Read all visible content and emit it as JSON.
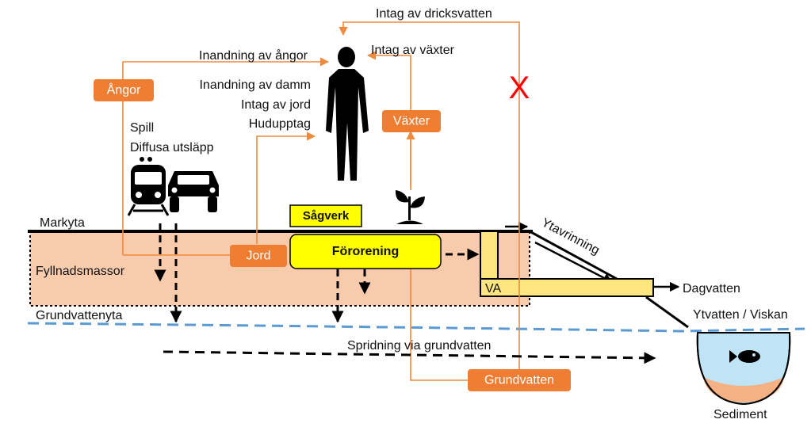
{
  "colors": {
    "orange": "#ef7d32",
    "orange_line": "#f08a3c",
    "soil": "#f8cbad",
    "yellow": "#ffff00",
    "yellow_pipe": "#ffe680",
    "groundwater_line": "#5b9bd5",
    "water": "#bfe4f5",
    "sediment": "#f4b183",
    "red_x": "#ff0000"
  },
  "labels": {
    "intag_dricksvatten": "Intag av dricksvatten",
    "intag_vaxter": "Intag av växter",
    "inandning_angor": "Inandning av ångor",
    "inandning_damm": "Inandning av damm",
    "intag_jord": "Intag av jord",
    "hudupptag": "Hudupptag",
    "spill": "Spill",
    "diffusa_utslapp": "Diffusa utsläpp",
    "markyta": "Markyta",
    "fyllnadsmassor": "Fyllnadsmassor",
    "grundvattenyta": "Grundvattenyta",
    "spridning": "Spridning via grundvatten",
    "ytavrinning": "Ytavrinning",
    "dagvatten": "Dagvatten",
    "ytvatten": "Ytvatten / Viskan",
    "sediment": "Sediment",
    "va": "VA",
    "red_x": "X"
  },
  "boxes": {
    "angor": "Ångor",
    "vaxter": "Växter",
    "jord": "Jord",
    "grundvatten": "Grundvatten",
    "sagverk": "Sågverk",
    "fororening": "Förorening"
  },
  "icons": [
    "person-icon",
    "train-icon",
    "car-icon",
    "plant-icon",
    "fish-icon"
  ]
}
